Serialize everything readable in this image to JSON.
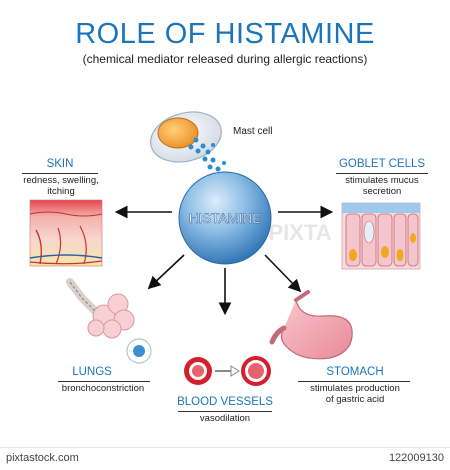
{
  "title": "ROLE OF HISTAMINE",
  "subtitle": "(chemical mediator released during allergic reactions)",
  "center_label": "HISTAMINE",
  "mast_cell_label": "Mast cell",
  "nodes": {
    "skin": {
      "heading": "SKIN",
      "description_lines": [
        "redness, swelling,",
        "itching"
      ]
    },
    "goblet": {
      "heading": "GOBLET CELLS",
      "description_lines": [
        "stimulates mucus",
        "secretion"
      ]
    },
    "lungs": {
      "heading": "LUNGS",
      "description_lines": [
        "bronchoconstriction"
      ]
    },
    "blood": {
      "heading": "BLOOD VESSELS",
      "description_lines": [
        "vasodilation"
      ]
    },
    "stomach": {
      "heading": "STOMACH",
      "description_lines": [
        "stimulates production",
        "of gastric acid"
      ]
    }
  },
  "watermark": "PIXTA",
  "footer": {
    "site": "pixtastock.com",
    "id": "122009130"
  },
  "colors": {
    "accent": "#1b75bc",
    "histamine_sphere": "#7fb4df",
    "arrow": "#111111"
  }
}
